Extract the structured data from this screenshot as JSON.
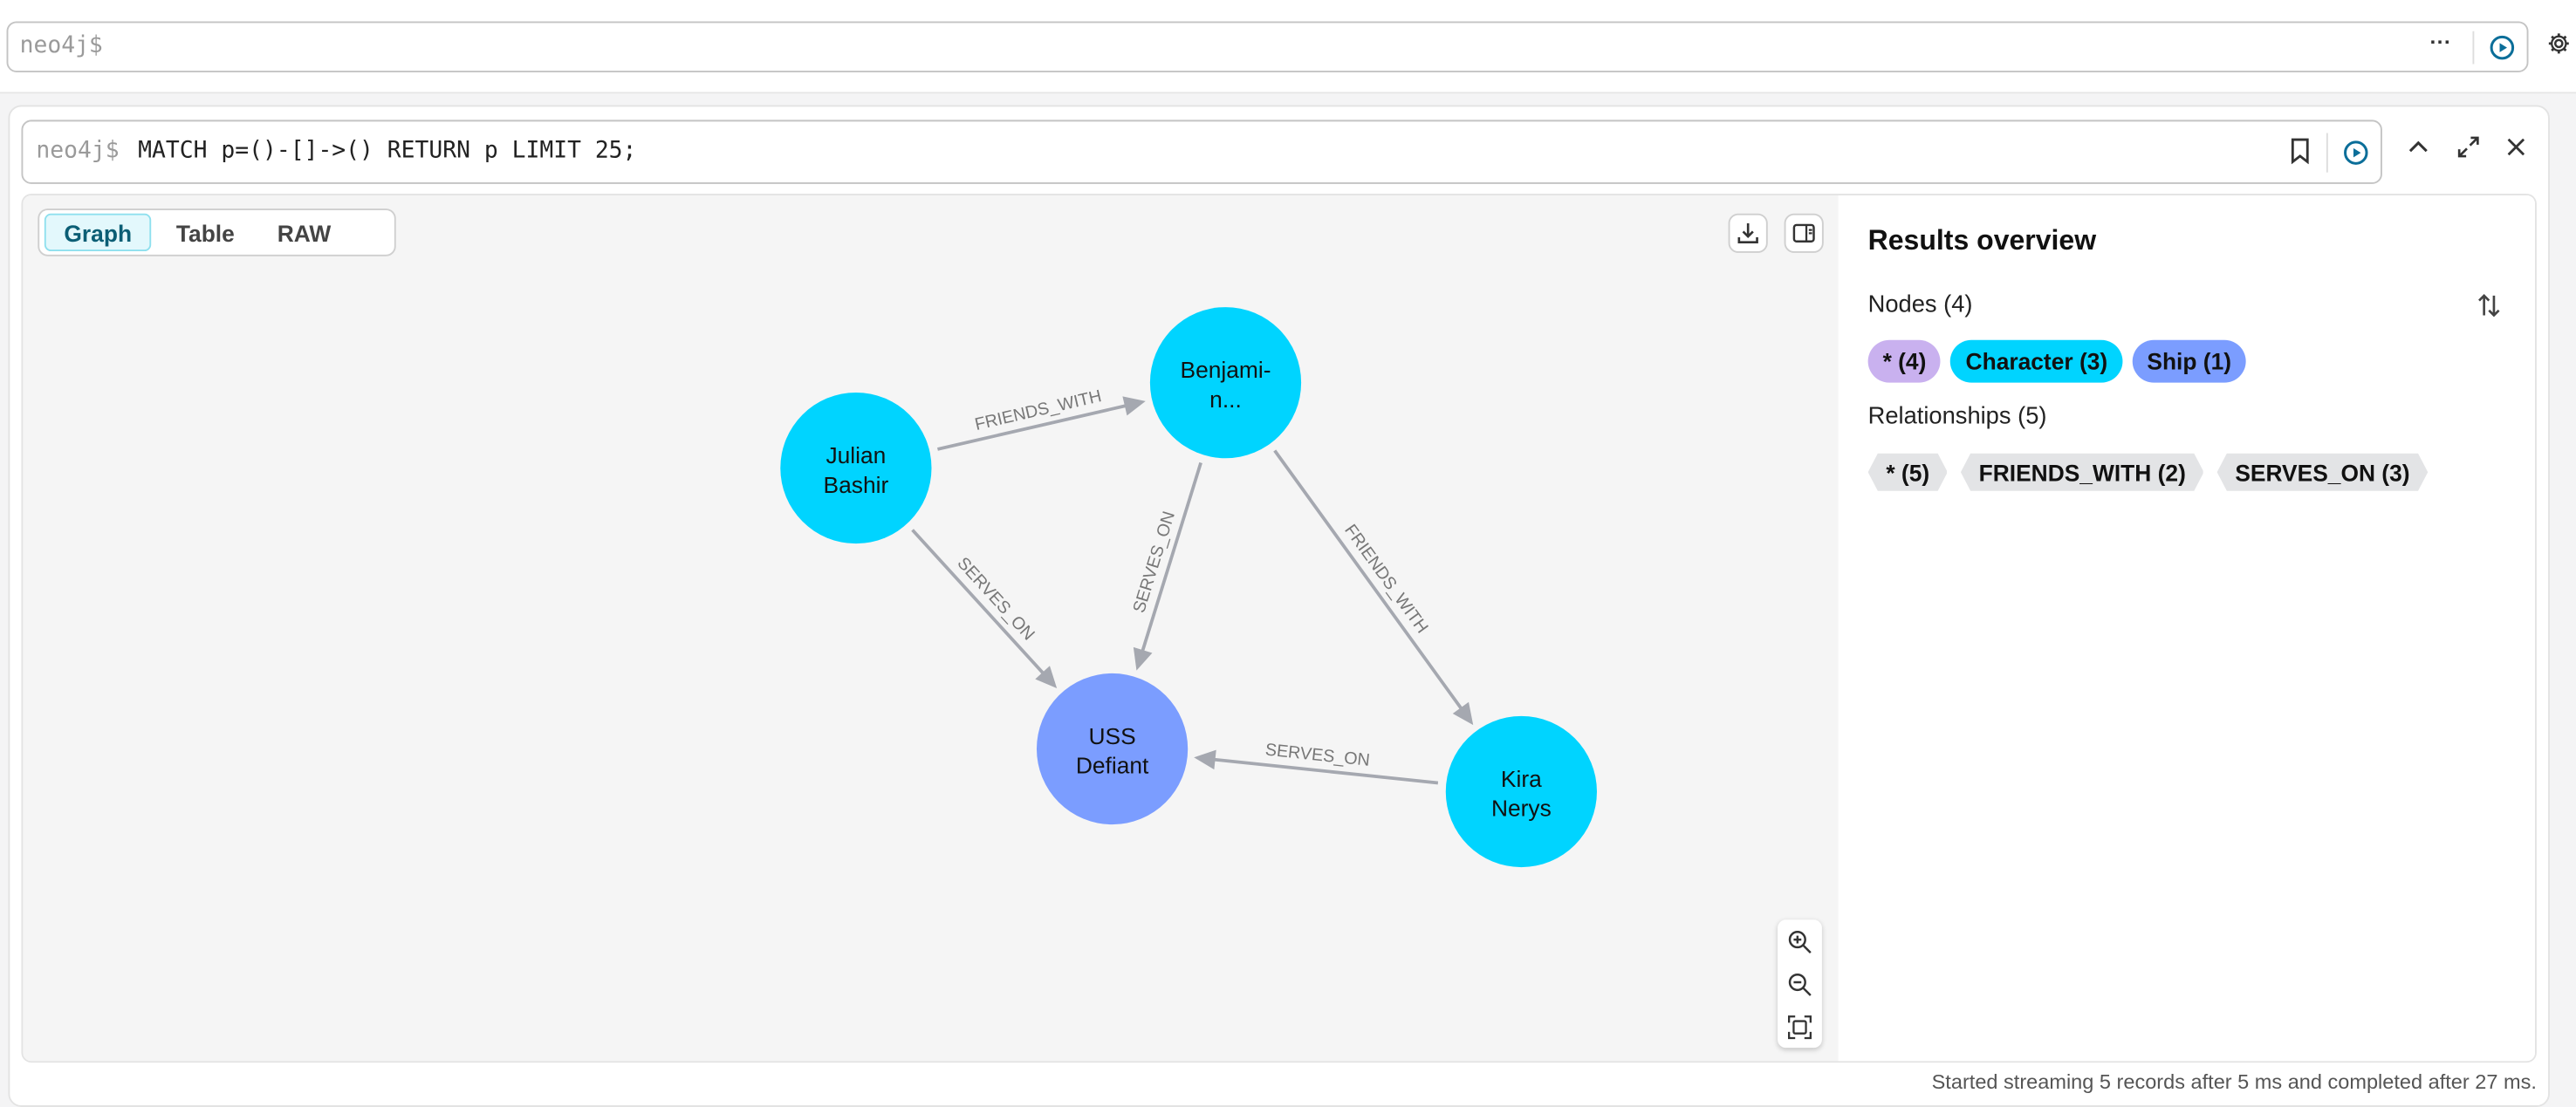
{
  "top_editor": {
    "prompt": "neo4j$",
    "more_label": "···"
  },
  "query": {
    "prompt": "neo4j$",
    "text": "MATCH p=()-[]->() RETURN p LIMIT 25;"
  },
  "tabs": [
    "Graph",
    "Table",
    "RAW"
  ],
  "graph": {
    "nodes": [
      {
        "id": "julian",
        "line1": "Julian",
        "line2": "Bashir",
        "label": "Character"
      },
      {
        "id": "benjamin",
        "line1": "Benjami-",
        "line2": "n...",
        "label": "Character"
      },
      {
        "id": "uss",
        "line1": "USS",
        "line2": "Defiant",
        "label": "Ship"
      },
      {
        "id": "kira",
        "line1": "Kira",
        "line2": "Nerys",
        "label": "Character"
      }
    ],
    "relationships": [
      {
        "from": "julian",
        "to": "benjamin",
        "type": "FRIENDS_WITH"
      },
      {
        "from": "julian",
        "to": "uss",
        "type": "SERVES_ON"
      },
      {
        "from": "benjamin",
        "to": "uss",
        "type": "SERVES_ON"
      },
      {
        "from": "benjamin",
        "to": "kira",
        "type": "FRIENDS_WITH"
      },
      {
        "from": "kira",
        "to": "uss",
        "type": "SERVES_ON"
      }
    ]
  },
  "panel": {
    "title": "Results overview",
    "nodes_heading": "Nodes (4)",
    "node_chips": [
      {
        "text": "* (4)",
        "color": "#c9b1ef"
      },
      {
        "text": "Character (3)",
        "color": "#00d4ff"
      },
      {
        "text": "Ship (1)",
        "color": "#7b9dff"
      }
    ],
    "rels_heading": "Relationships (5)",
    "rel_chips": [
      "* (5)",
      "FRIENDS_WITH (2)",
      "SERVES_ON (3)"
    ]
  },
  "colors": {
    "Character": "#00d4ff",
    "Ship": "#7b9dff",
    "edge": "#a5a8b0",
    "accent": "#0b6e99"
  },
  "footer": "Started streaming 5 records after 5 ms and completed after 27 ms."
}
